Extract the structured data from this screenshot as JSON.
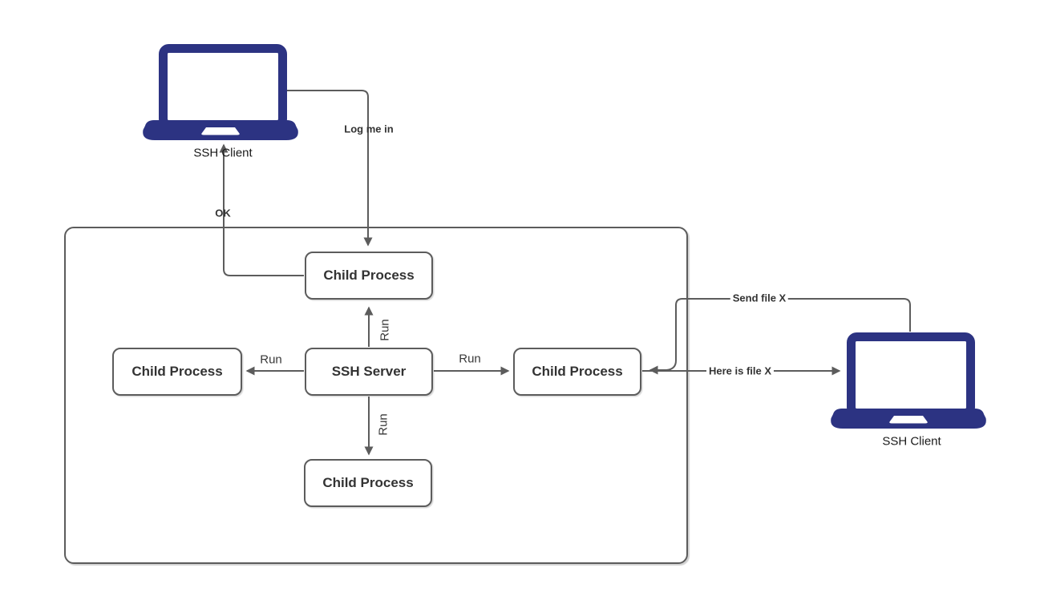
{
  "diagram": {
    "colors": {
      "laptop_fill": "#2c3382",
      "line": "#5c5c5c",
      "node_border": "#5c5c5c",
      "node_text": "#333333"
    },
    "nodes": {
      "ssh_client_left": {
        "label": "SSH Client",
        "icon": "laptop-icon"
      },
      "ssh_client_right": {
        "label": "SSH Client",
        "icon": "laptop-icon"
      },
      "child_process_top": {
        "label": "Child Process"
      },
      "child_process_left": {
        "label": "Child Process"
      },
      "ssh_server": {
        "label": "SSH Server"
      },
      "child_process_right": {
        "label": "Child Process"
      },
      "child_process_bottom": {
        "label": "Child Process"
      }
    },
    "edge_labels": {
      "log_me_in": "Log me in",
      "ok": "OK",
      "run_top": "Run",
      "run_left": "Run",
      "run_right": "Run",
      "run_bottom": "Run",
      "send_file": "Send file X",
      "here_is_file": "Here is file X"
    }
  }
}
